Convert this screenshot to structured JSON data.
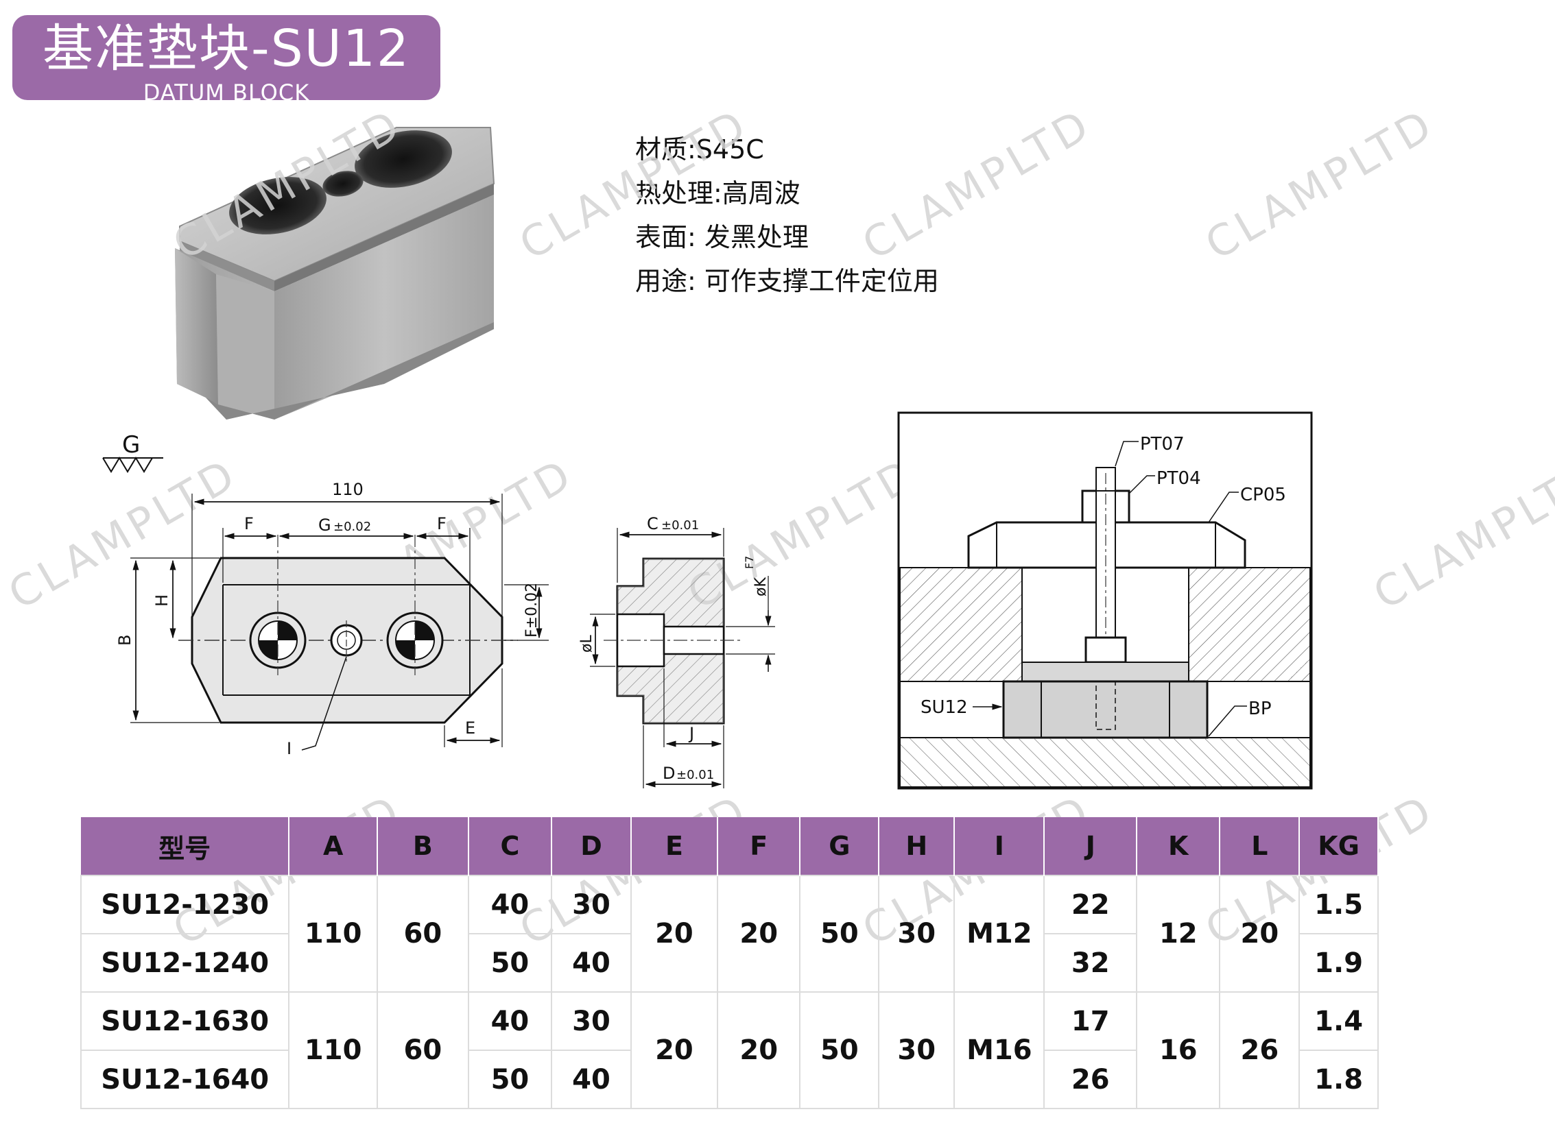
{
  "header": {
    "title": "基准垫块-SU12",
    "subtitle": "DATUM BLOCK"
  },
  "specs": [
    "材质:S45C",
    "热处理:高周波",
    "表面:  发黑处理",
    "用途:  可作支撑工件定位用"
  ],
  "watermark": "CLAMPLTD",
  "front_view": {
    "surface_symbol": "G",
    "overall": "110",
    "f_left": "F",
    "g": "G",
    "g_tol": "±0.02",
    "f_right": "F",
    "h": "H",
    "b": "B",
    "f_tol": "F±0.02",
    "e": "E",
    "i": "I"
  },
  "side_view": {
    "c": "C",
    "c_tol": "±0.01",
    "k": "øK",
    "k_fit": "F7",
    "l": "øL",
    "j": "J",
    "d": "D",
    "d_tol": "±0.01"
  },
  "assembly": {
    "pt07": "PT07",
    "pt04": "PT04",
    "cp05": "CP05",
    "su12": "SU12",
    "bp": "BP"
  },
  "table": {
    "headers": [
      "型号",
      "A",
      "B",
      "C",
      "D",
      "E",
      "F",
      "G",
      "H",
      "I",
      "J",
      "K",
      "L",
      "KG"
    ],
    "groups": [
      {
        "A": "110",
        "B": "60",
        "E": "20",
        "F": "20",
        "G": "50",
        "H": "30",
        "I": "M12",
        "K": "12",
        "L": "20",
        "rows": [
          {
            "model": "SU12-1230",
            "C": "40",
            "D": "30",
            "J": "22",
            "KG": "1.5"
          },
          {
            "model": "SU12-1240",
            "C": "50",
            "D": "40",
            "J": "32",
            "KG": "1.9"
          }
        ]
      },
      {
        "A": "110",
        "B": "60",
        "E": "20",
        "F": "20",
        "G": "50",
        "H": "30",
        "I": "M16",
        "K": "16",
        "L": "26",
        "rows": [
          {
            "model": "SU12-1630",
            "C": "40",
            "D": "30",
            "J": "17",
            "KG": "1.4"
          },
          {
            "model": "SU12-1640",
            "C": "50",
            "D": "40",
            "J": "26",
            "KG": "1.8"
          }
        ]
      }
    ]
  }
}
